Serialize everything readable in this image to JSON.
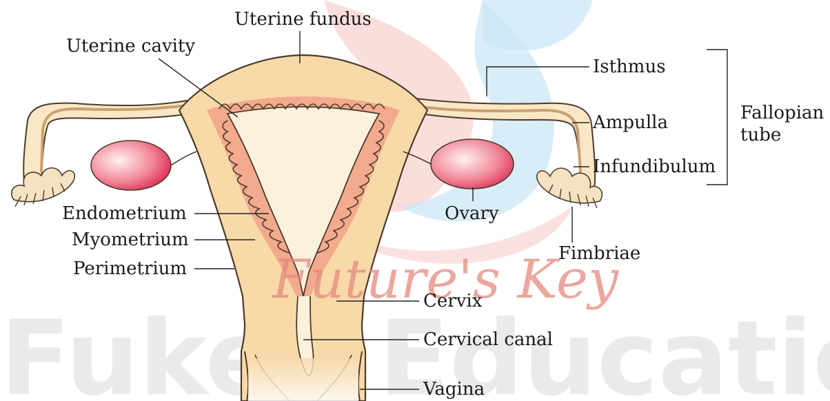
{
  "labels": {
    "uterine_fundus": "Uterine fundus",
    "uterine_cavity": "Uterine cavity",
    "isthmus": "Isthmus",
    "ampulla": "Ampulla",
    "infundibulum": "Infundibulum",
    "fallopian": "Fallopian",
    "tube": "tube",
    "ovary": "Ovary",
    "fimbriae": "Fimbriae",
    "endometrium": "Endometrium",
    "myometrium": "Myometrium",
    "perimetrium": "Perimetrium",
    "cervix": "Cervix",
    "cervical_canal": "Cervical canal",
    "vagina": "Vagina"
  },
  "watermarks": {
    "script": "Future's Key",
    "big": "Fukey Educatio"
  },
  "colors": {
    "outline": "#4a3a2a",
    "muscle_fill": "#f8d9a8",
    "endometrium_fill": "#f2a48a",
    "ovary_center": "#ffe3e3",
    "ovary_edge": "#e0234a",
    "logo_red": "#f3b4b0",
    "logo_blue": "#bfe0f2"
  }
}
